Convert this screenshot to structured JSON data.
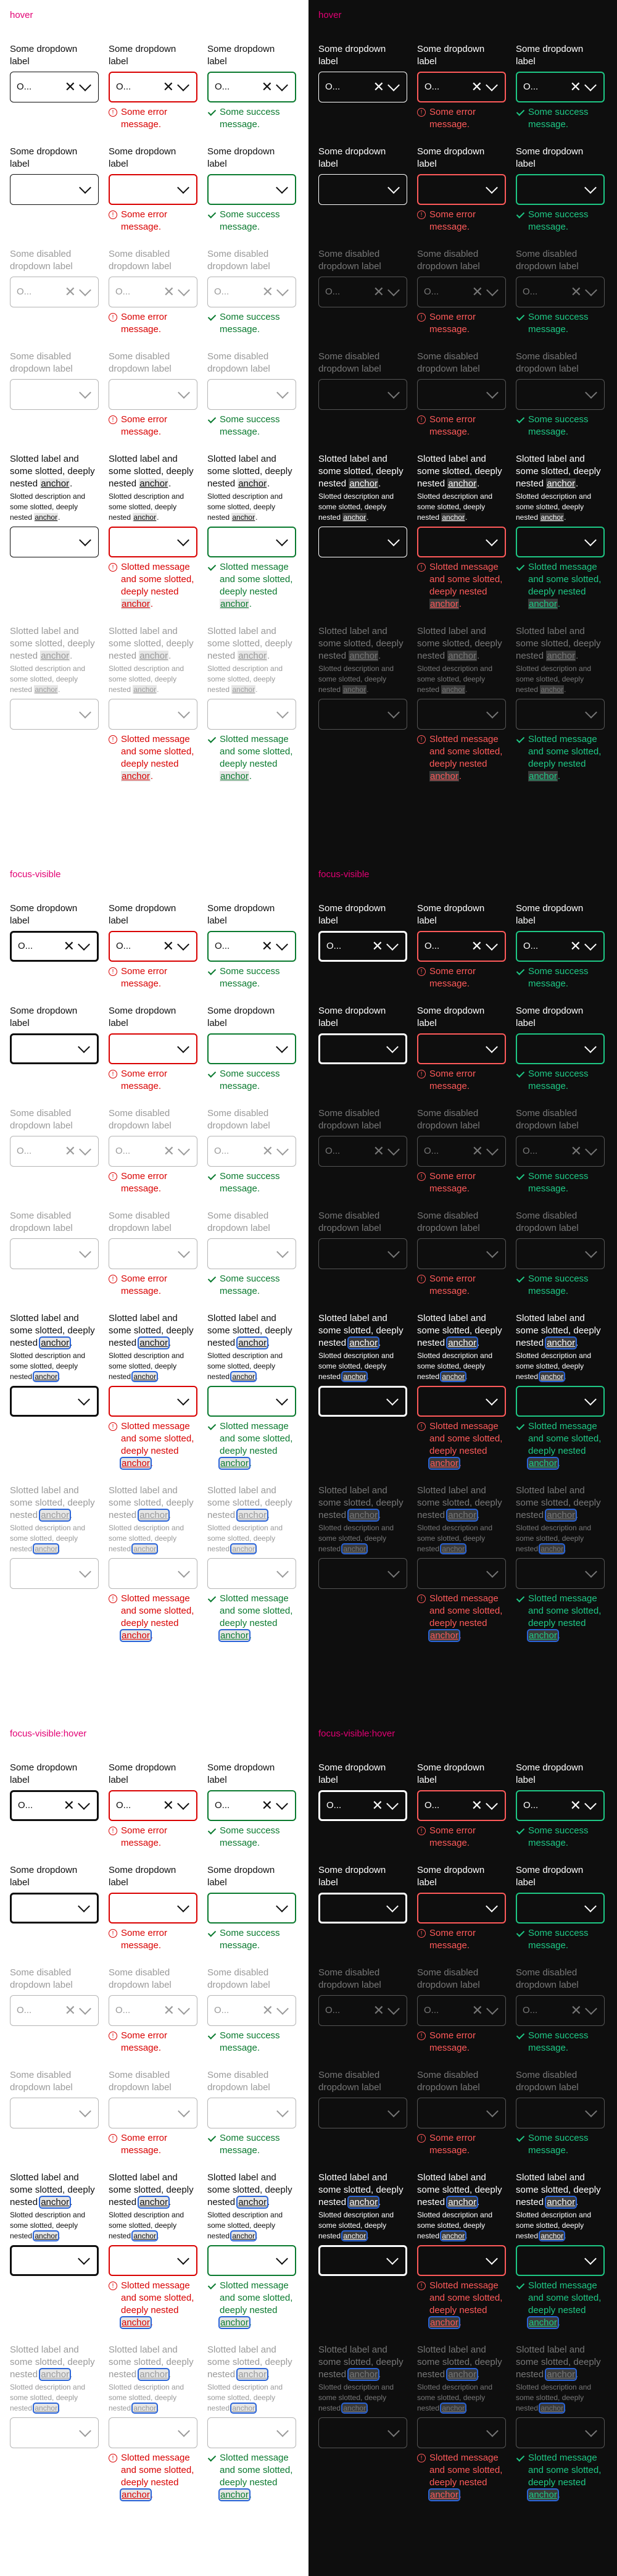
{
  "sections": [
    {
      "title": "hover"
    },
    {
      "title": "focus-visible"
    },
    {
      "title": "focus-visible:hover"
    }
  ],
  "labels": {
    "dropdown": "Some dropdown label",
    "disabled": "Some disabled dropdown label",
    "slotted_pre": "Slotted label and some slotted, deeply nested ",
    "anchor": "anchor",
    "anchor_suffix": ".",
    "desc_pre": "Slotted description and some slotted, deeply nested ",
    "value": "Option A",
    "value_short": "O...",
    "error": "Some error message.",
    "success": "Some success message.",
    "slotted_error_pre": "Slotted message and some slotted, deeply nested ",
    "slotted_success_pre": "Slotted message and some slotted, deeply nested "
  },
  "colors": {
    "accent": "#e20074",
    "error": "#d90000",
    "success": "#0a7a2f",
    "focus": "#2a64d8"
  }
}
